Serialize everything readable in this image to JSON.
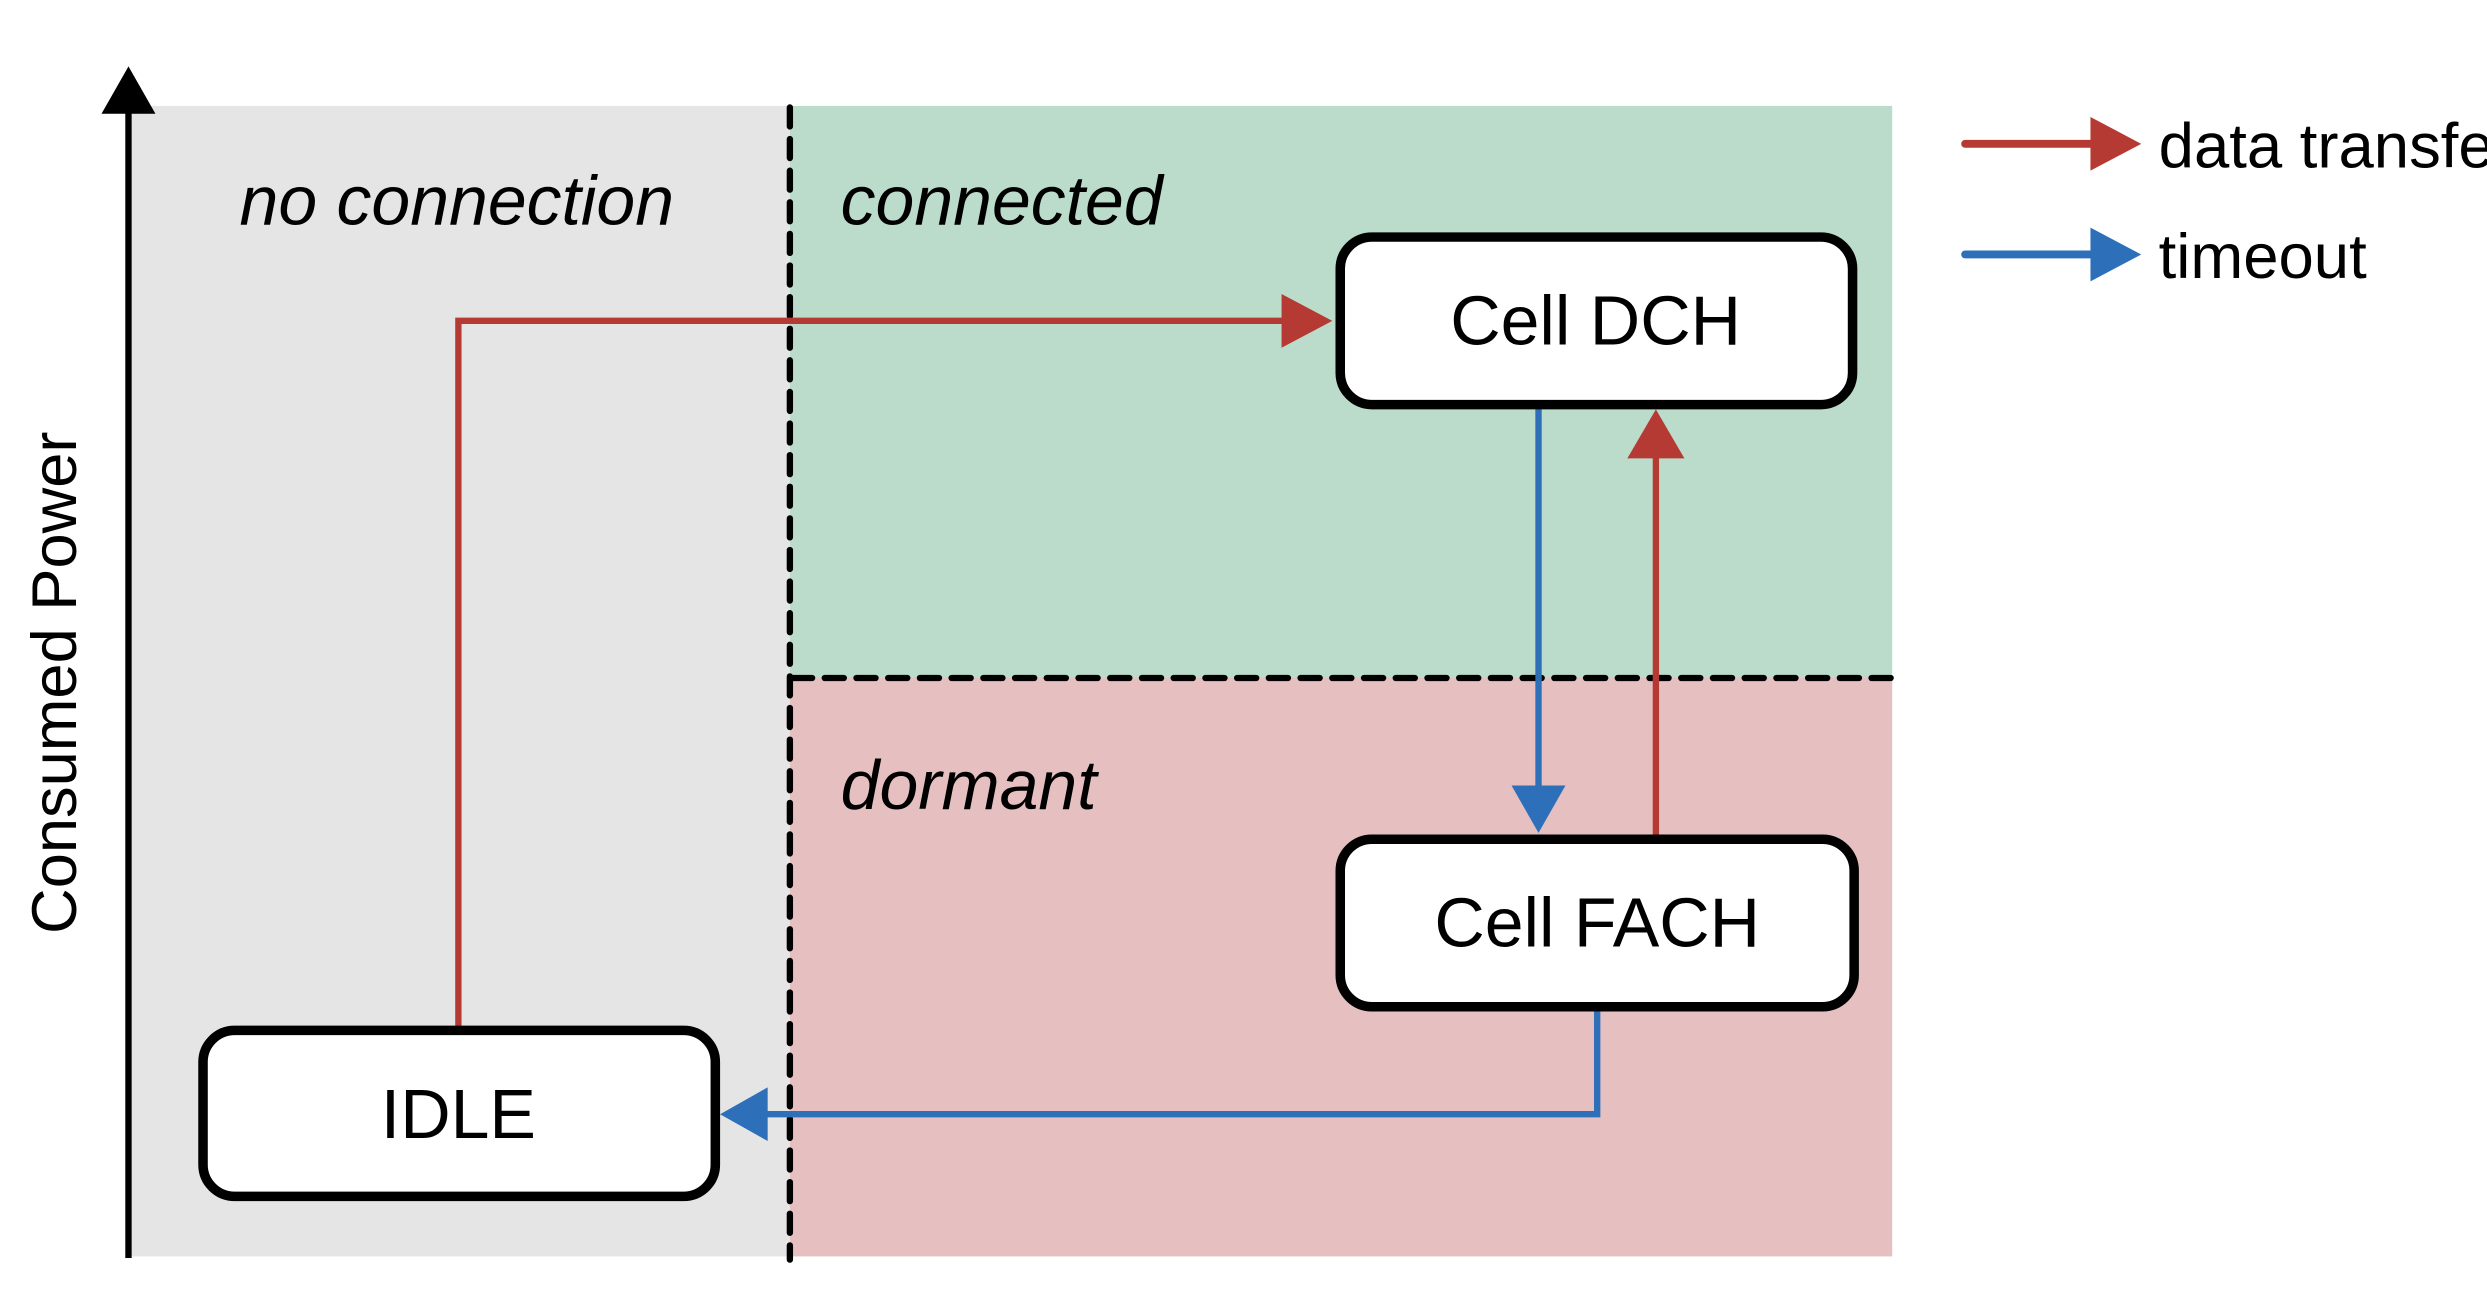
{
  "axis": {
    "y_label": "Consumed Power"
  },
  "regions": {
    "no_connection": {
      "label": "no connection",
      "color": "#e5e5e5"
    },
    "connected": {
      "label": "connected",
      "color": "#bbdccb"
    },
    "dormant": {
      "label": "dormant",
      "color": "#e6bfc0"
    }
  },
  "states": {
    "dch": {
      "label": "Cell DCH"
    },
    "fach": {
      "label": "Cell FACH"
    },
    "idle": {
      "label": "IDLE"
    }
  },
  "legend": {
    "items": [
      {
        "label": "data transfer",
        "color": "#b53a33"
      },
      {
        "label": "timeout",
        "color": "#2d6fb8"
      }
    ]
  },
  "transitions": [
    {
      "from": "IDLE",
      "to": "Cell DCH",
      "type": "data transfer"
    },
    {
      "from": "Cell FACH",
      "to": "Cell DCH",
      "type": "data transfer"
    },
    {
      "from": "Cell DCH",
      "to": "Cell FACH",
      "type": "timeout"
    },
    {
      "from": "Cell FACH",
      "to": "IDLE",
      "type": "timeout"
    }
  ]
}
